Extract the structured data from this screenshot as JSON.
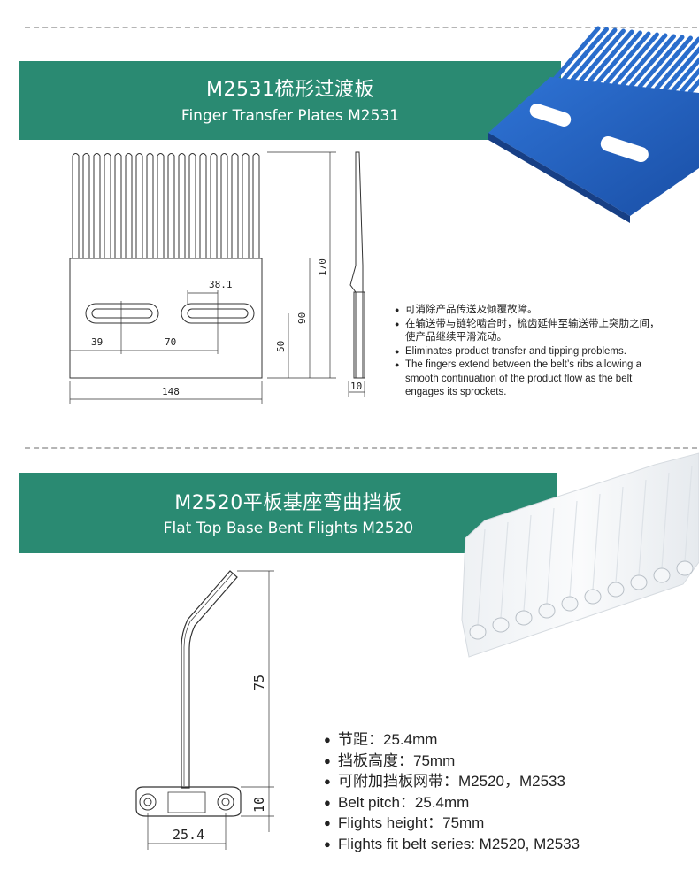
{
  "section1": {
    "title_cn": "M2531梳形过渡板",
    "title_en": "Finger Transfer Plates M2531",
    "drawing": {
      "slot_spacing": "38.1",
      "dim_39": "39",
      "dim_70": "70",
      "width": "148",
      "height": "170",
      "dim_90": "90",
      "dim_50": "50",
      "thickness": "10"
    },
    "features": [
      "可消除产品传送及倾覆故障。",
      "在输送带与链轮啮合时，梳齿延伸至输送带上突肋之间，",
      "使产品继续平滑流动。",
      "Eliminates product transfer and tipping problems.",
      "The fingers extend between the belt’s ribs allowing a",
      "smooth continuation of the product flow as the belt",
      "engages its sprockets."
    ],
    "product_color": "#1f5fc0"
  },
  "section2": {
    "title_cn": "M2520平板基座弯曲挡板",
    "title_en": "Flat Top Base Bent Flights M2520",
    "drawing": {
      "height": "75",
      "base_height": "10",
      "pitch": "25.4"
    },
    "features": [
      "节距：25.4mm",
      "挡板高度：75mm",
      "可附加挡板网带：M2520，M2533",
      "Belt pitch：25.4mm",
      "Flights height：75mm",
      "Flights fit belt series: M2520, M2533"
    ]
  },
  "colors": {
    "banner": "#2a8a72",
    "dashed": "#b5b5b5"
  }
}
